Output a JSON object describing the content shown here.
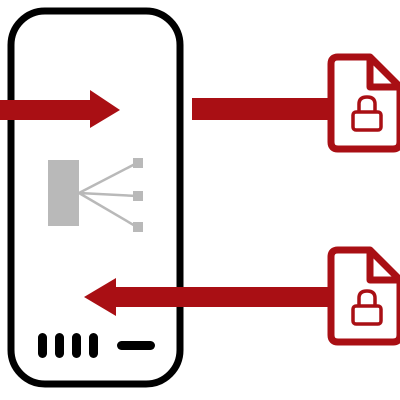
{
  "diagram": {
    "colors": {
      "outline": "#000000",
      "accent": "#a90f14",
      "gray": "#b9b9b9",
      "background": "#ffffff"
    },
    "server": {
      "icon": "server-tower-icon",
      "slot_count": 4
    },
    "hub": {
      "icon": "distribution-hub-icon",
      "branch_count": 3
    },
    "arrows": [
      {
        "name": "incoming-arrow",
        "icon": "arrow-right-icon"
      },
      {
        "name": "outgoing-line",
        "icon": "line-icon"
      },
      {
        "name": "return-arrow",
        "icon": "arrow-left-icon"
      }
    ],
    "documents": [
      {
        "name": "locked-document-top",
        "icon": "locked-file-icon"
      },
      {
        "name": "locked-document-bottom",
        "icon": "locked-file-icon"
      }
    ]
  }
}
